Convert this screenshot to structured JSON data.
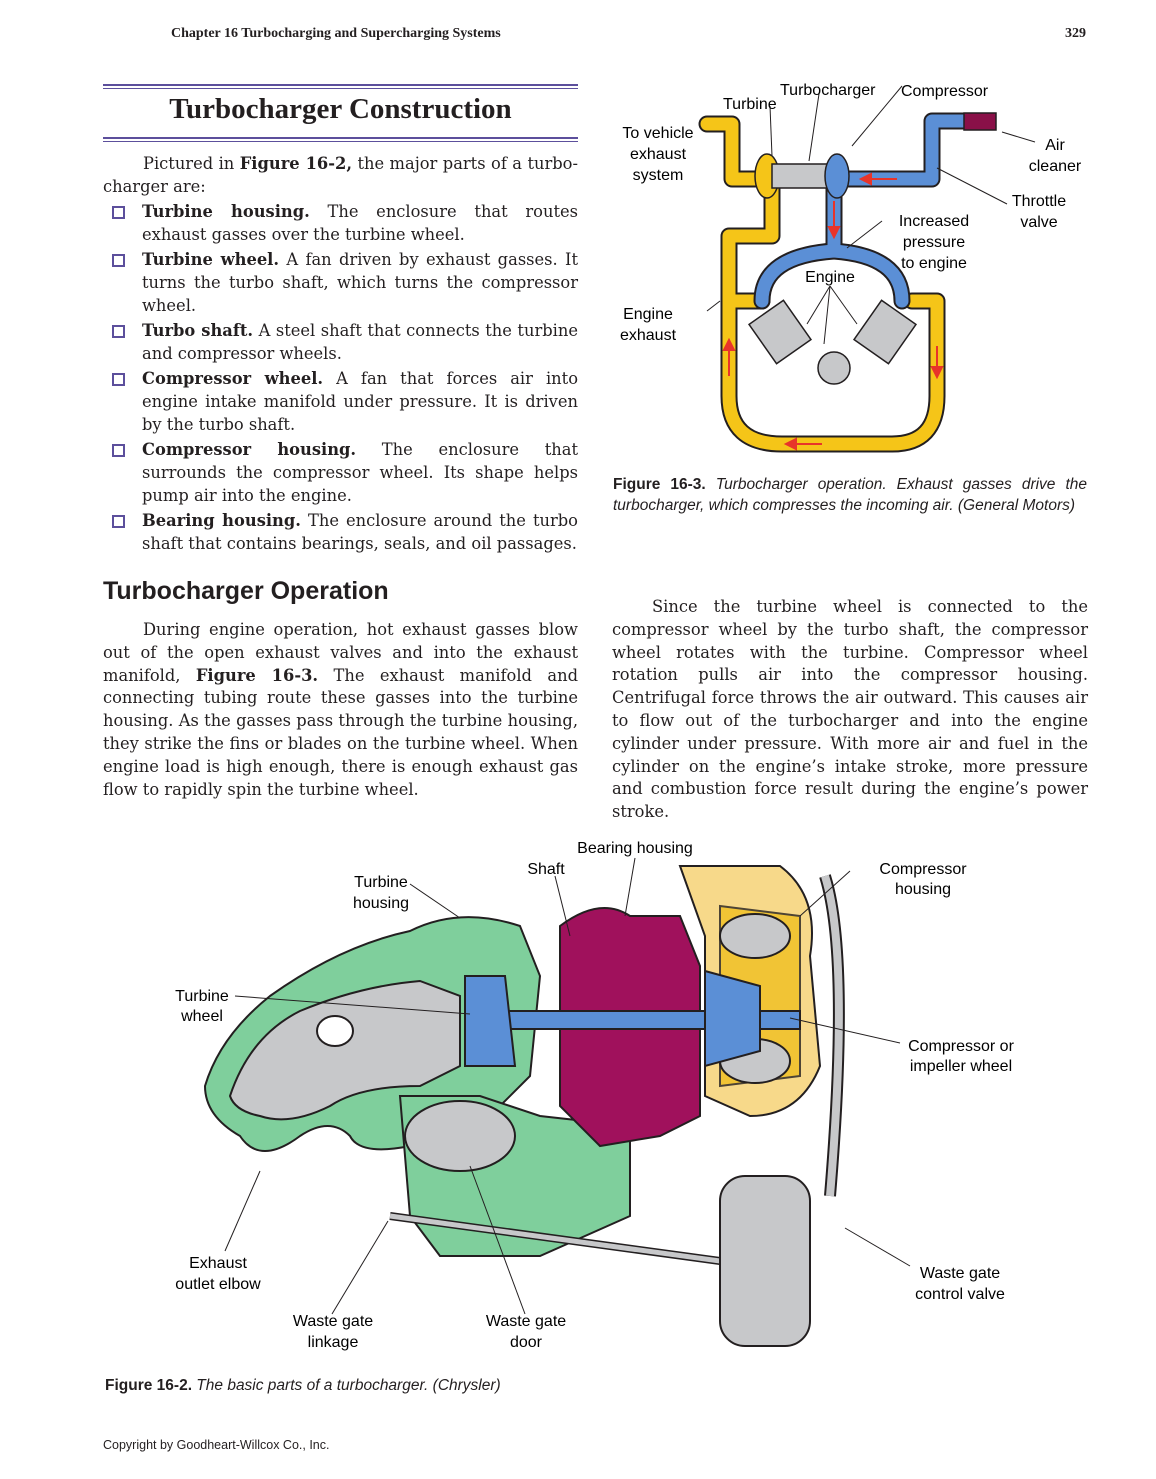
{
  "header": {
    "chapter": "Chapter 16   Turbocharging and Supercharging Systems",
    "page_number": "329"
  },
  "construction": {
    "title": "Turbocharger Construction",
    "intro_pre": "Pictured in ",
    "intro_ref": "Figure 16-2,",
    "intro_post": " the major parts of a turbo­charger are:",
    "items": [
      {
        "term": "Turbine housing.",
        "desc": " The enclosure that routes exhaust gasses over the turbine wheel."
      },
      {
        "term": "Turbine wheel.",
        "desc": " A fan driven by exhaust gasses. It turns the turbo shaft, which turns the compressor wheel."
      },
      {
        "term": "Turbo shaft.",
        "desc": " A steel shaft that connects the turbine and compressor wheels."
      },
      {
        "term": "Compressor wheel.",
        "desc": " A fan that forces air into engine intake manifold under pressure. It is driven by the turbo shaft."
      },
      {
        "term": "Compressor housing.",
        "desc": " The enclosure that surrounds the compressor wheel. Its shape helps pump air into the engine."
      },
      {
        "term": "Bearing housing.",
        "desc": " The enclosure around the turbo shaft that contains bearings, seals, and oil passages."
      }
    ]
  },
  "operation": {
    "title": "Turbocharger Operation",
    "p1_pre": "During engine operation, hot exhaust gasses blow out of the open exhaust valves and into the exhaust manifold, ",
    "p1_ref": "Figure 16-3.",
    "p1_post": " The exhaust manifold and connecting tubing route these gasses into the turbine housing. As the gasses pass through the turbine housing, they strike the fins or blades on the turbine wheel. When engine load is high enough, there is enough exhaust gas flow to rapidly spin the turbine wheel.",
    "p2": "Since the turbine wheel is connected to the compres­sor wheel by the turbo shaft, the compressor wheel rotates with the turbine. Compressor wheel rotation pulls air into the compressor housing. Centrifugal force throws the air outward. This causes air to flow out of the turbocharger and into the engine cylinder under pressure. With more air and fuel in the cylinder on the engine’s intake stroke, more pressure and combustion force result during the engine’s power stroke."
  },
  "figure3": {
    "labels": {
      "turbocharger": "Turbocharger",
      "compressor": "Compressor",
      "turbine": "Turbine",
      "to_vehicle_1": "To vehicle",
      "to_vehicle_2": "exhaust",
      "to_vehicle_3": "system",
      "air_1": "Air",
      "air_2": "cleaner",
      "throttle_1": "Throttle",
      "throttle_2": "valve",
      "increased_1": "Increased",
      "increased_2": "pressure",
      "increased_3": "to engine",
      "engine": "Engine",
      "engine_exhaust_1": "Engine",
      "engine_exhaust_2": "exhaust"
    },
    "caption_lead": "Figure 16-3.",
    "caption_text": " Turbocharger operation. Exhaust gasses drive the turbocharger, which compresses the incoming air. (General Motors)",
    "colors": {
      "exhaust": "#f5c518",
      "intake": "#5b8fd6",
      "flow_arrow": "#e8342a"
    }
  },
  "figure2": {
    "labels": {
      "bearing_housing": "Bearing housing",
      "shaft": "Shaft",
      "turbine_housing_1": "Turbine",
      "turbine_housing_2": "housing",
      "compressor_housing_1": "Compressor",
      "compressor_housing_2": "housing",
      "turbine_wheel_1": "Turbine",
      "turbine_wheel_2": "wheel",
      "compressor_wheel_1": "Compressor or",
      "compressor_wheel_2": "impeller wheel",
      "exhaust_elbow_1": "Exhaust",
      "exhaust_elbow_2": "outlet elbow",
      "wg_linkage_1": "Waste gate",
      "wg_linkage_2": "linkage",
      "wg_door_1": "Waste gate",
      "wg_door_2": "door",
      "wg_valve_1": "Waste gate",
      "wg_valve_2": "control valve"
    },
    "caption_lead": "Figure 16-2.",
    "caption_text": " The basic parts of a turbocharger. (Chrysler)",
    "colors": {
      "turbine_housing": "#7fcf9c",
      "turbine_dark": "#1f8a3c",
      "bearing": "#a0115c",
      "compressor_housing": "#f7d98a",
      "compressor_dark": "#f0c020",
      "wheel": "#5b8fd6",
      "gray": "#c7c8ca"
    }
  },
  "footer": {
    "copyright": "Copyright by Goodheart-Willcox Co., Inc."
  }
}
